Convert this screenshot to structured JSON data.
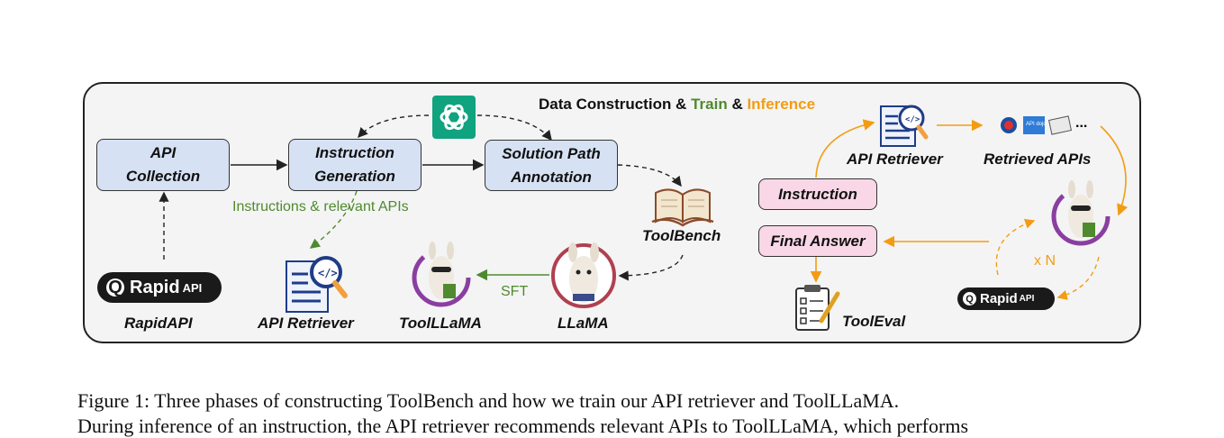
{
  "header": {
    "prefix": "Data Construction &",
    "train": "Train",
    "amp": "&",
    "inference": "Inference"
  },
  "boxes": {
    "api_collection": "API Collection",
    "instruction_generation": "Instruction Generation",
    "solution_path": "Solution Path Annotation",
    "instruction": "Instruction",
    "final_answer": "Final Answer"
  },
  "labels": {
    "instructions_apis": "Instructions &   relevant APIs",
    "toolbench": "ToolBench",
    "rapidapi": "RapidAPI",
    "api_retriever_left": "API Retriever",
    "toolllama": "ToolLLaMA",
    "llama": "LLaMA",
    "sft": "SFT",
    "api_retriever_right": "API Retriever",
    "retrieved_apis": "Retrieved APIs",
    "toolEval": "ToolEval",
    "xn": "x N",
    "ellipsis": "..."
  },
  "logos": {
    "rapid_big_word": "Rapid",
    "rapid_big_api": "API",
    "rapid_small_word": "Rapid",
    "rapid_small_api": "API",
    "apidojo": "API dojo"
  },
  "caption": {
    "line1": "Figure 1:   Three phases of constructing ToolBench and how we train our API retriever and ToolLLaMA.",
    "line2": "During inference of an instruction, the API retriever recommends relevant APIs to ToolLLaMA, which performs"
  },
  "colors": {
    "green": "#4f8a2e",
    "orange": "#f39c12",
    "blue_box": "#d6e1f4",
    "pink_box": "#f9d7e6"
  }
}
